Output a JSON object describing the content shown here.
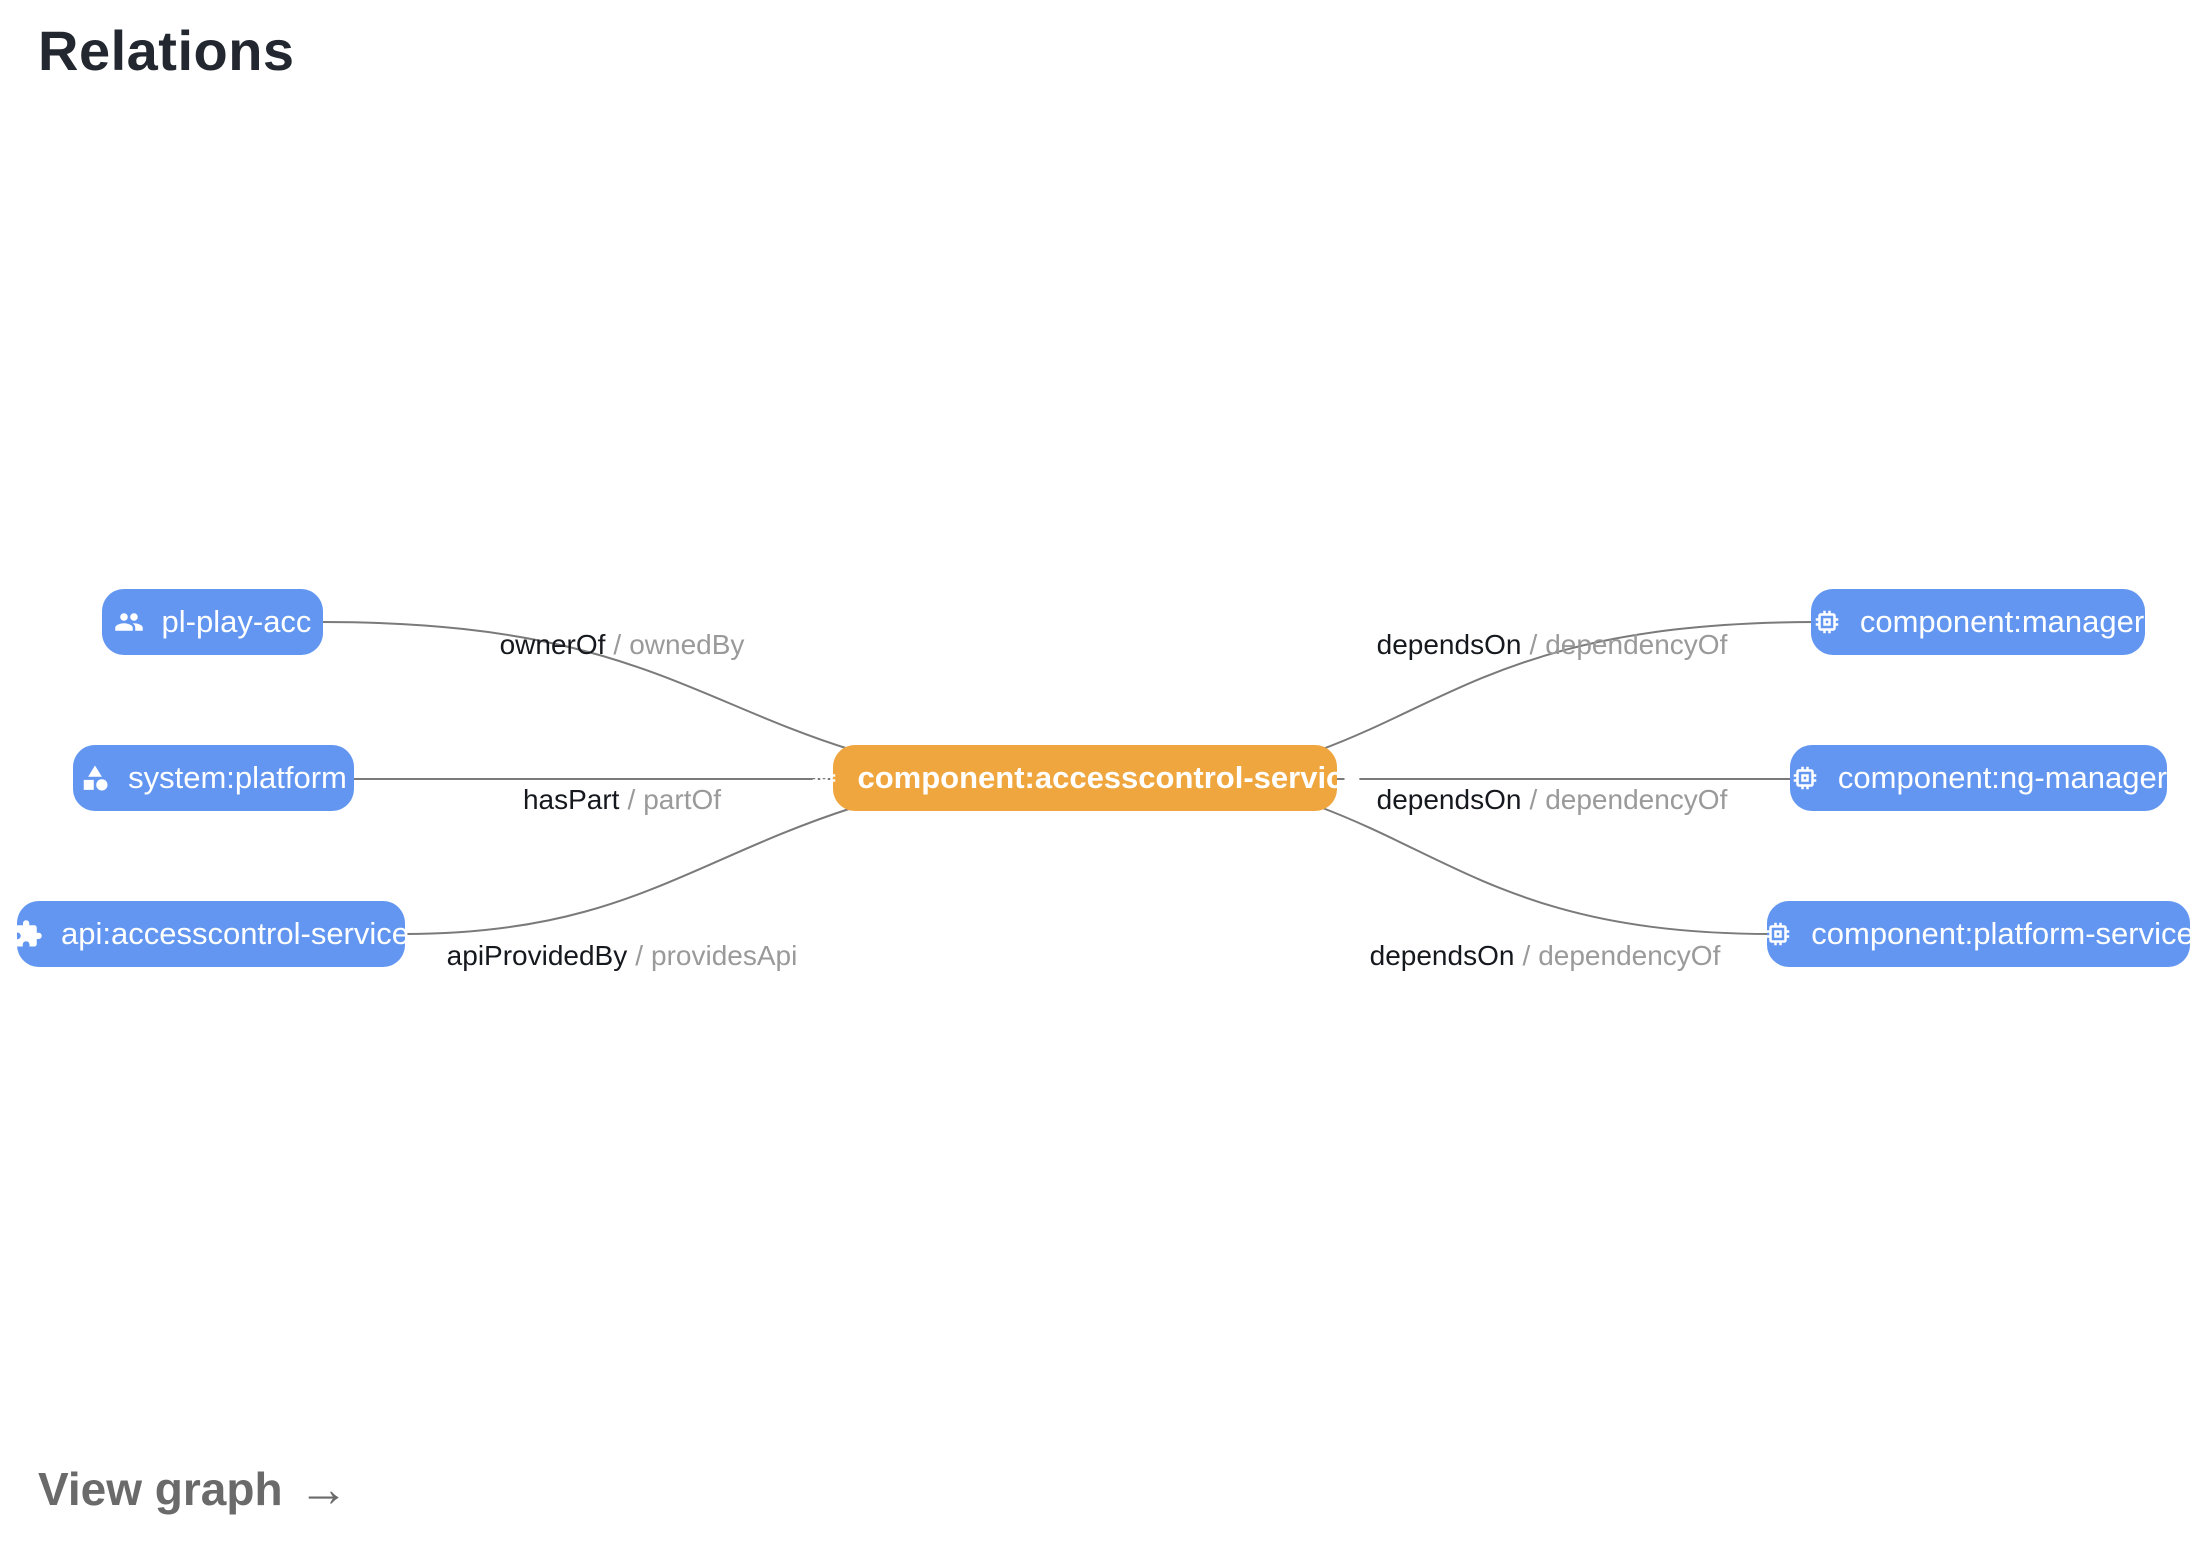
{
  "header": {
    "title": "Relations"
  },
  "footer": {
    "view_graph_label": "View graph",
    "arrow_glyph": "→"
  },
  "separator": "/",
  "colors": {
    "node_blue": "#6296f1",
    "node_orange": "#efa63e",
    "edge": "#7a7a7a"
  },
  "graph": {
    "center_node": {
      "label": "component:accesscontrol-service",
      "icon": "memory-chip-icon"
    },
    "left_nodes": [
      {
        "label": "pl-play-acc",
        "icon": "people-icon"
      },
      {
        "label": "system:platform",
        "icon": "category-shapes-icon"
      },
      {
        "label": "api:accesscontrol-service",
        "icon": "puzzle-extension-icon"
      }
    ],
    "right_nodes": [
      {
        "label": "component:manager",
        "icon": "memory-chip-icon"
      },
      {
        "label": "component:ng-manager",
        "icon": "memory-chip-icon"
      },
      {
        "label": "component:platform-service",
        "icon": "memory-chip-icon"
      }
    ],
    "edges": [
      {
        "forward": "ownerOf",
        "reverse": "ownedBy"
      },
      {
        "forward": "hasPart",
        "reverse": "partOf"
      },
      {
        "forward": "apiProvidedBy",
        "reverse": "providesApi"
      },
      {
        "forward": "dependsOn",
        "reverse": "dependencyOf"
      },
      {
        "forward": "dependsOn",
        "reverse": "dependencyOf"
      },
      {
        "forward": "dependsOn",
        "reverse": "dependencyOf"
      }
    ]
  }
}
